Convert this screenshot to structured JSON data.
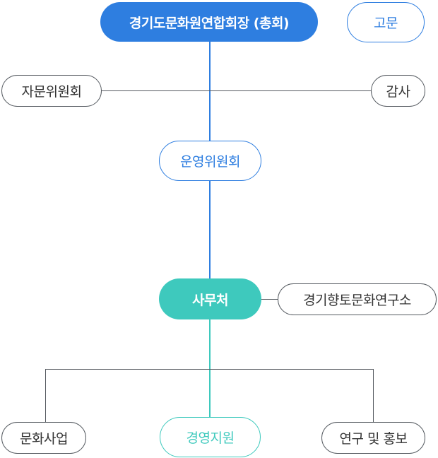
{
  "colors": {
    "blue": "#2e7ee0",
    "teal": "#3ec9bd",
    "gray": "#555a60",
    "text": "#333333"
  },
  "nodes": {
    "president": "경기도문화원연합회장 (총회)",
    "advisor": "고문",
    "advisory_committee": "자문위원회",
    "audit": "감사",
    "steering_committee": "운영위원회",
    "secretariat": "사무처",
    "research_institute": "경기향토문화연구소",
    "culture_business": "문화사업",
    "management_support": "경영지원",
    "research_pr": "연구 및 홍보"
  }
}
